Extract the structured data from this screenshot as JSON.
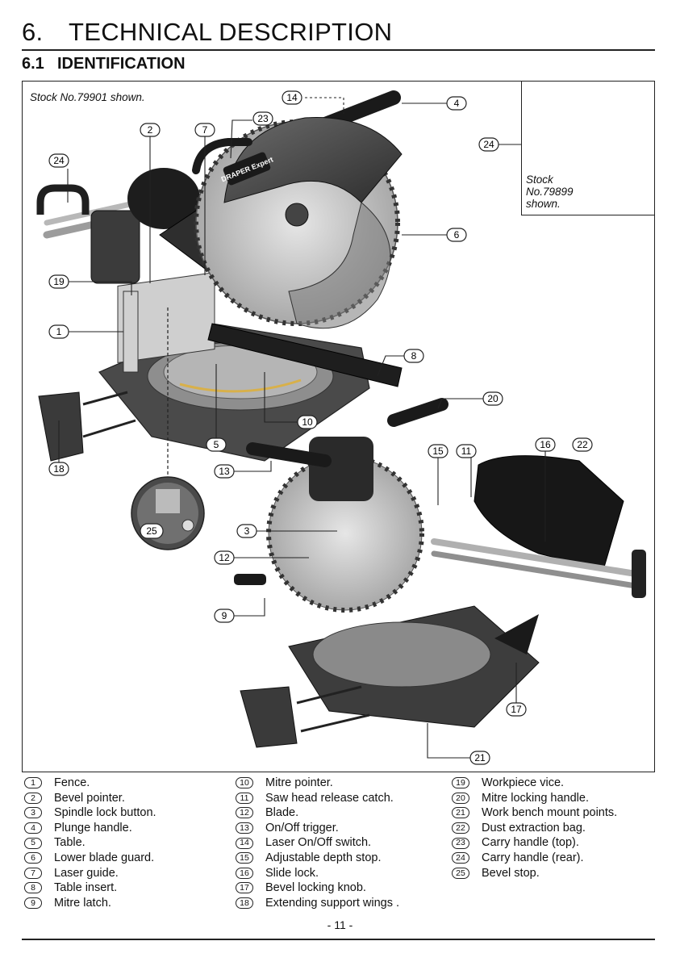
{
  "heading": {
    "number": "6.",
    "title": "TECHNICAL DESCRIPTION"
  },
  "subheading": {
    "number": "6.1",
    "title": "IDENTIFICATION"
  },
  "figure": {
    "caption_main": "Stock No.79901 shown.",
    "caption_inset": "Stock No.79899 shown.",
    "brand_text": "DRAPER Expert",
    "callouts": [
      "1",
      "2",
      "3",
      "4",
      "5",
      "6",
      "7",
      "8",
      "9",
      "10",
      "11",
      "12",
      "13",
      "14",
      "15",
      "16",
      "17",
      "18",
      "19",
      "20",
      "21",
      "22",
      "23",
      "24",
      "25"
    ]
  },
  "parts": [
    {
      "n": "1",
      "label": "Fence."
    },
    {
      "n": "2",
      "label": "Bevel pointer."
    },
    {
      "n": "3",
      "label": "Spindle lock button."
    },
    {
      "n": "4",
      "label": "Plunge handle."
    },
    {
      "n": "5",
      "label": "Table."
    },
    {
      "n": "6",
      "label": "Lower blade guard."
    },
    {
      "n": "7",
      "label": "Laser guide."
    },
    {
      "n": "8",
      "label": "Table insert."
    },
    {
      "n": "9",
      "label": "Mitre latch."
    },
    {
      "n": "10",
      "label": "Mitre pointer."
    },
    {
      "n": "11",
      "label": "Saw head release catch."
    },
    {
      "n": "12",
      "label": "Blade."
    },
    {
      "n": "13",
      "label": "On/Off trigger."
    },
    {
      "n": "14",
      "label": "Laser On/Off switch."
    },
    {
      "n": "15",
      "label": "Adjustable depth stop."
    },
    {
      "n": "16",
      "label": "Slide lock."
    },
    {
      "n": "17",
      "label": "Bevel locking knob."
    },
    {
      "n": "18",
      "label": "Extending support wings ."
    },
    {
      "n": "19",
      "label": "Workpiece vice."
    },
    {
      "n": "20",
      "label": "Mitre locking handle."
    },
    {
      "n": "21",
      "label": "Work bench mount points."
    },
    {
      "n": "22",
      "label": "Dust extraction bag."
    },
    {
      "n": "23",
      "label": "Carry handle (top)."
    },
    {
      "n": "24",
      "label": "Carry handle (rear)."
    },
    {
      "n": "25",
      "label": "Bevel stop."
    }
  ],
  "page_number": "- 11 -"
}
